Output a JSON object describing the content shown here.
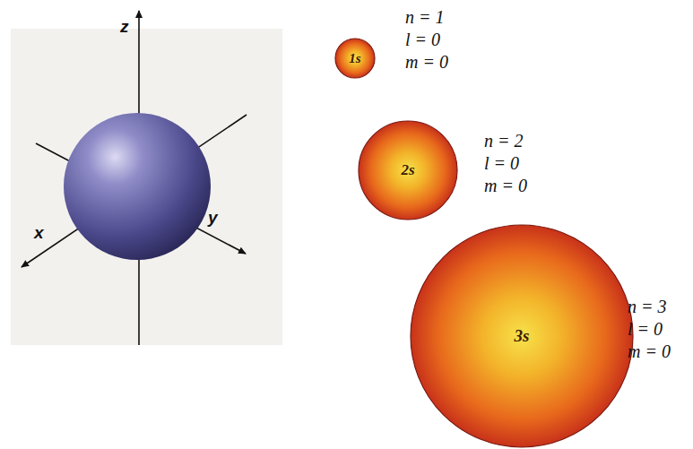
{
  "diagram": {
    "nodes": [
      {
        "text": [
          "1s"
        ]
      },
      {
        "text": [
          "2s"
        ]
      },
      {
        "text": [
          "3s"
        ]
      }
    ],
    "labels": [
      "z",
      "x",
      "y",
      "n = 1",
      "l = 0",
      "m = 0",
      "n = 2",
      "l = 0",
      "m = 0",
      "n = 3",
      "l = 0",
      "m = 0"
    ]
  }
}
